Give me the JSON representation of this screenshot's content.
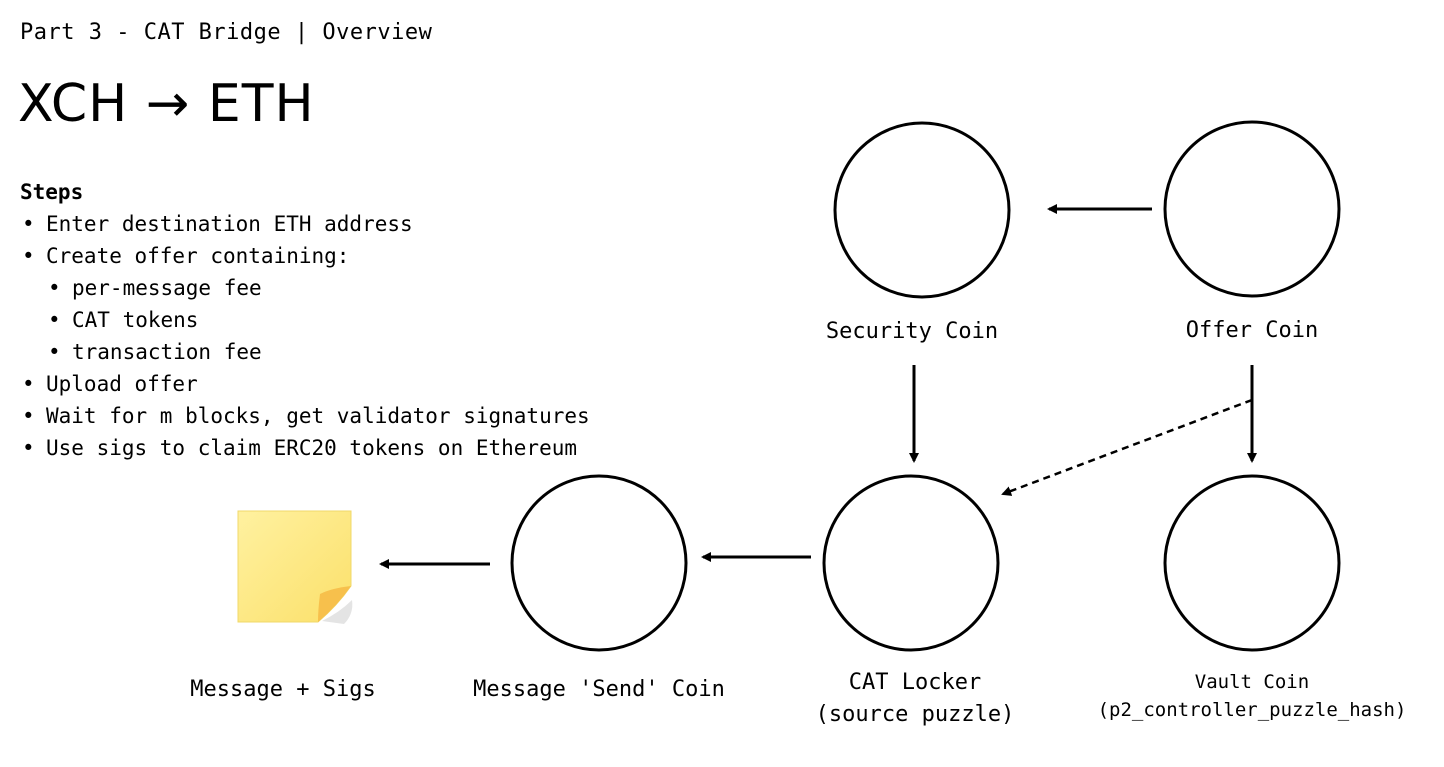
{
  "header": {
    "part": "Part 3 - CAT Bridge | Overview",
    "title": "XCH → ETH"
  },
  "steps": {
    "heading": "Steps",
    "items": [
      "Enter destination ETH address",
      "Create offer containing:",
      "per-message fee",
      "CAT tokens",
      "transaction fee",
      "Upload offer",
      "Wait for m blocks, get validator signatures",
      "Use sigs to claim ERC20 tokens on Ethereum"
    ]
  },
  "diagram": {
    "security_coin": "Security Coin",
    "offer_coin": "Offer Coin",
    "cat_locker_line1": "CAT Locker",
    "cat_locker_line2": "(source puzzle)",
    "vault_coin_line1": "Vault Coin",
    "vault_coin_line2": "(p2_controller_puzzle_hash)",
    "message_send_coin": "Message 'Send' Coin",
    "message_sigs": "Message + Sigs"
  },
  "colors": {
    "note_fill": "#fde97c",
    "note_fold": "#f6c14a",
    "stroke": "#000000"
  }
}
